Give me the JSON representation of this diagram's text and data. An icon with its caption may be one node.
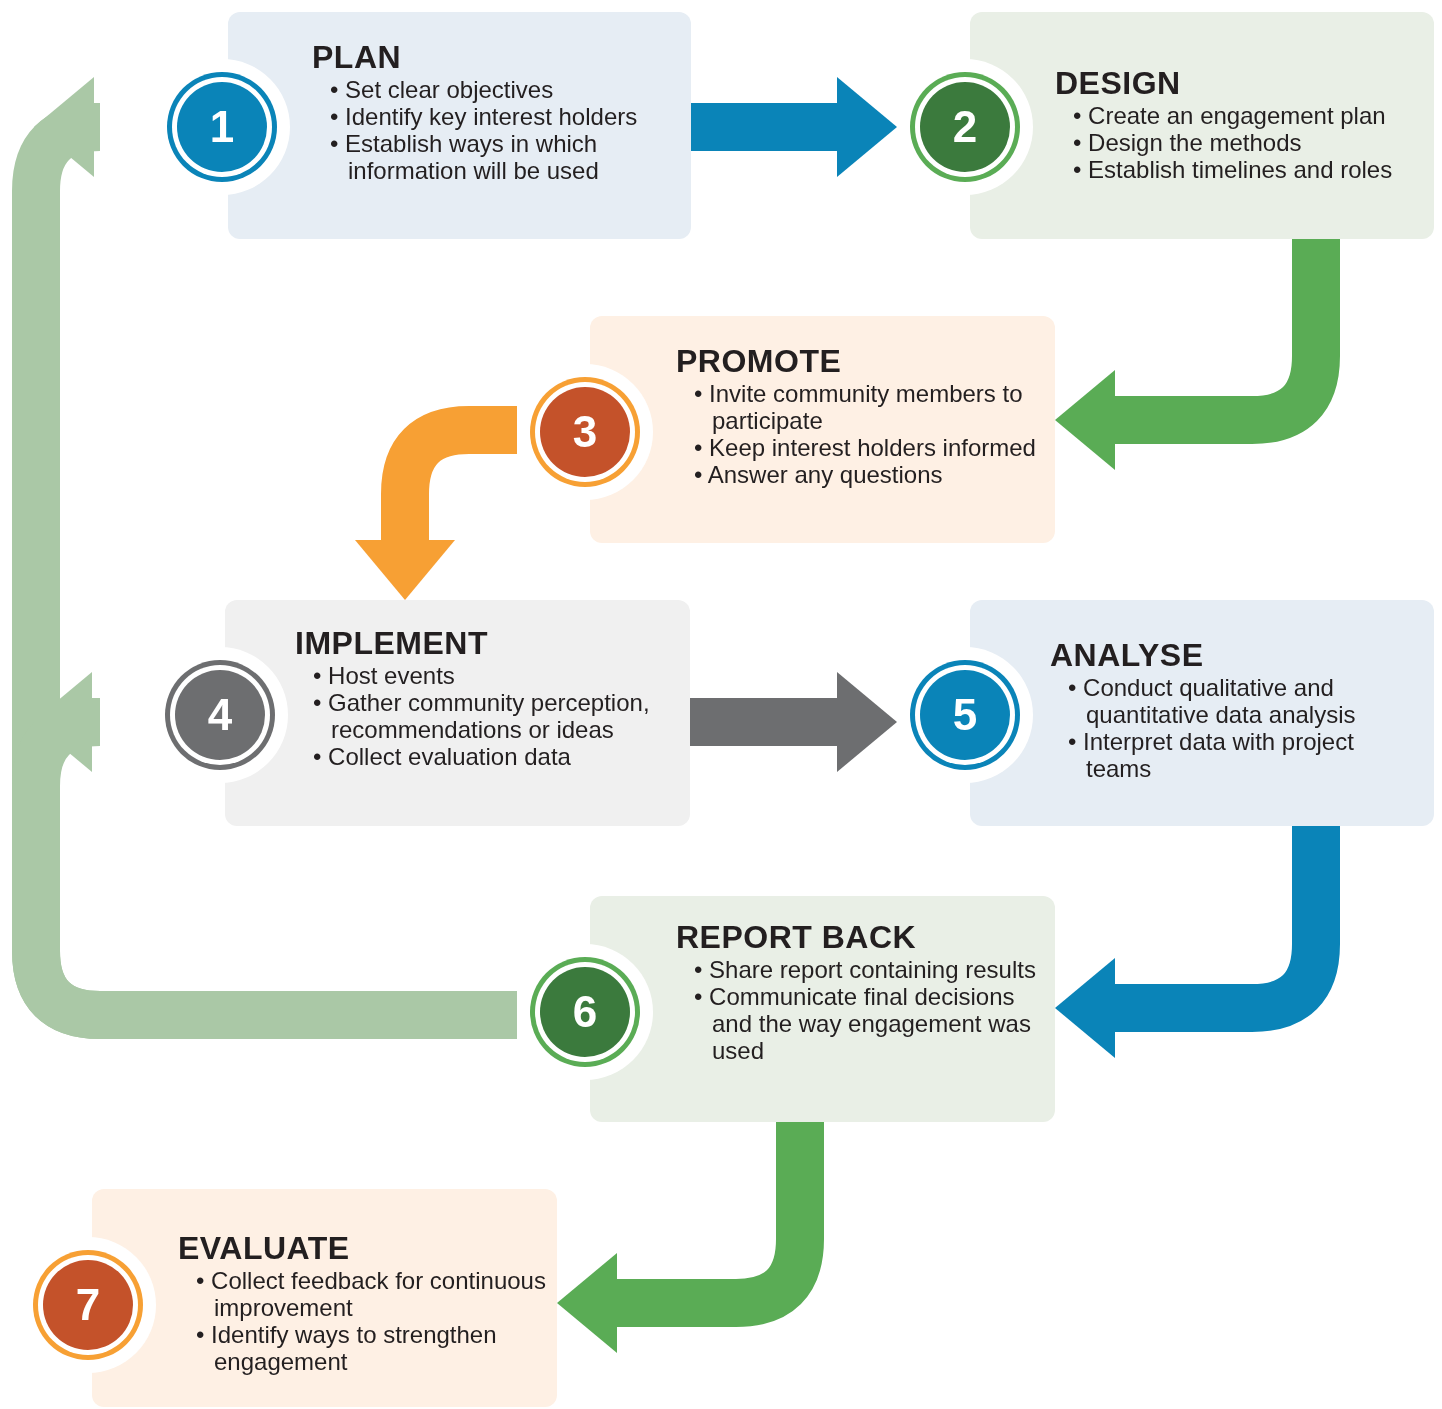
{
  "diagram": {
    "nodes": [
      {
        "text": [
          "1"
        ]
      },
      {
        "text": [
          "PLAN",
          "• Set clear objectives",
          "• Identify key interest holders",
          "• Establish ways in which information will be used"
        ]
      },
      {
        "text": [
          "2"
        ]
      },
      {
        "text": [
          "DESIGN",
          "• Create an engagement plan",
          "• Design the methods",
          "• Establish timelines and roles"
        ]
      },
      {
        "text": [
          "3"
        ]
      },
      {
        "text": [
          "PROMOTE",
          "• Invite community members to participate",
          "• Keep interest holders informed",
          "• Answer any questions"
        ]
      },
      {
        "text": [
          "4"
        ]
      },
      {
        "text": [
          "IMPLEMENT",
          "• Host events",
          "• Gather community perception, recommendations or ideas",
          "• Collect evaluation data"
        ]
      },
      {
        "text": [
          "5"
        ]
      },
      {
        "text": [
          "ANALYSE",
          "• Conduct qualitative and quantitative data analysis",
          "• Interpret data with project teams"
        ]
      },
      {
        "text": [
          "6"
        ]
      },
      {
        "text": [
          "REPORT BACK",
          "• Share report containing results",
          "• Communicate final decisions and the way engagement was used"
        ]
      },
      {
        "text": [
          "7"
        ]
      },
      {
        "text": [
          "EVALUATE",
          "• Collect feedback for continuous improvement",
          "• Identify ways to strengthen engagement"
        ]
      }
    ],
    "edges": [
      {
        "from": 1,
        "to": 2,
        "arrow": "to",
        "color": "#0a84b8"
      },
      {
        "from": 3,
        "to": 5,
        "arrow": "to",
        "color": "#5aac55"
      },
      {
        "from": 4,
        "to": 7,
        "arrow": "to",
        "color": "#f7a034"
      },
      {
        "from": 7,
        "to": 8,
        "arrow": "to",
        "color": "#6d6e70"
      },
      {
        "from": 9,
        "to": 11,
        "arrow": "to",
        "color": "#0a84b8"
      },
      {
        "from": 10,
        "to": 0,
        "arrow": "to",
        "color": "#aac8a6"
      },
      {
        "from": 10,
        "to": 6,
        "arrow": "to",
        "color": "#aac8a6"
      },
      {
        "from": 11,
        "to": 13,
        "arrow": "to",
        "color": "#5aac55"
      }
    ]
  }
}
